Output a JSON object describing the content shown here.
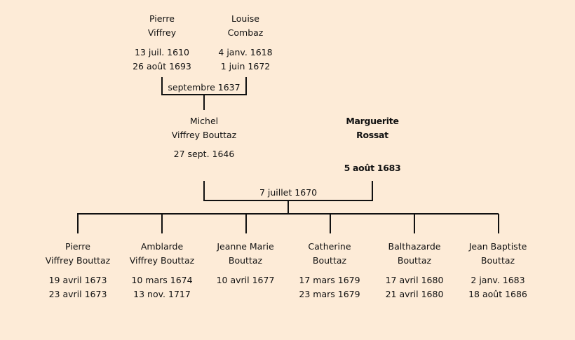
{
  "colors": {
    "background": "#fdebd7",
    "lines": "#111111"
  },
  "grandparents": [
    {
      "first": "Pierre",
      "last": "Viffrey",
      "birth": "13 juil. 1610",
      "death": "26 août 1693"
    },
    {
      "first": "Louise",
      "last": "Combaz",
      "birth": "4 janv. 1618",
      "death": "1 juin 1672"
    }
  ],
  "grandparents_marriage": "septembre 1637",
  "parents": [
    {
      "first": "Michel",
      "last": "Viffrey Bouttaz",
      "birth": "27 sept. 1646",
      "death": ""
    },
    {
      "first": "Marguerite",
      "last": "Rossat",
      "birth": "",
      "death": "5 août 1683"
    }
  ],
  "parents_marriage": "7 juillet 1670",
  "children": [
    {
      "first": "Pierre",
      "last": "Viffrey Bouttaz",
      "birth": "19 avril 1673",
      "death": "23 avril 1673"
    },
    {
      "first": "Amblarde",
      "last": "Viffrey Bouttaz",
      "birth": "10 mars 1674",
      "death": "13 nov. 1717"
    },
    {
      "first": "Jeanne Marie",
      "last": "Bouttaz",
      "birth": "10 avril 1677",
      "death": ""
    },
    {
      "first": "Catherine",
      "last": "Bouttaz",
      "birth": "17 mars 1679",
      "death": "23 mars 1679"
    },
    {
      "first": "Balthazarde",
      "last": "Bouttaz",
      "birth": "17 avril 1680",
      "death": "21 avril 1680"
    },
    {
      "first": "Jean Baptiste",
      "last": "Bouttaz",
      "birth": "2 janv. 1683",
      "death": "18 août 1686"
    }
  ]
}
